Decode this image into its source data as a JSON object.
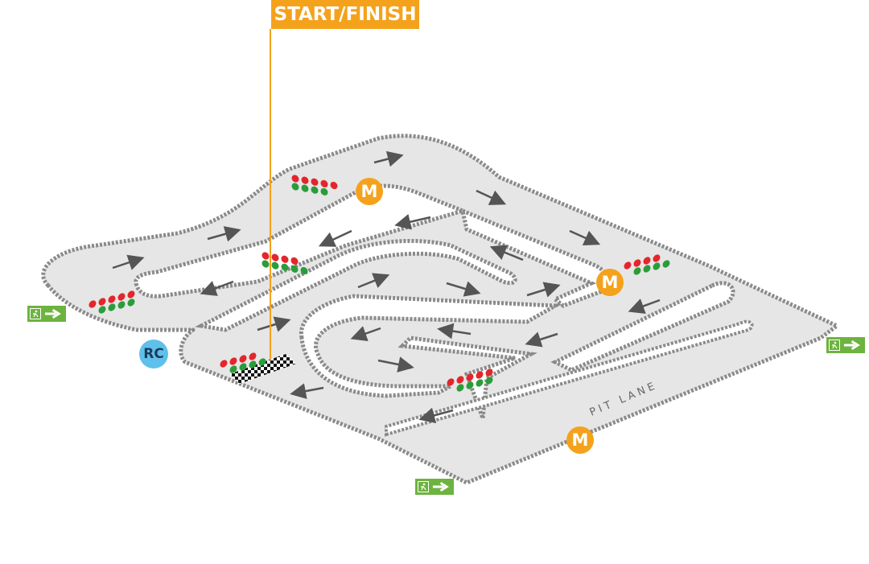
{
  "labels": {
    "start_finish": "START/FINISH",
    "pit_lane": "PIT LANE",
    "marshal": "M",
    "race_control": "RC"
  },
  "colors": {
    "marker": "#f4a21c",
    "race_control": "#5fc0ea",
    "exit": "#6db33f",
    "track": "#e3e3e3",
    "barrier": "#8a8a8a",
    "light_red": "#e3262c",
    "light_green": "#2a9d3a"
  },
  "icons": {
    "marshal": "marshal-post-icon",
    "race_control": "race-control-icon",
    "exit": "emergency-exit-icon",
    "start_grid": "checkered-flag-icon",
    "direction": "direction-arrow-icon"
  }
}
